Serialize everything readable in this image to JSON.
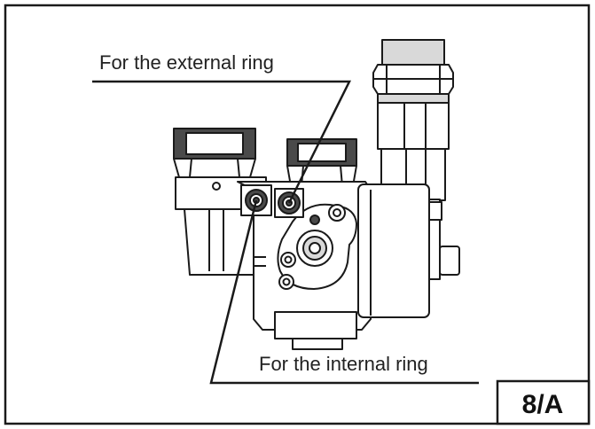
{
  "diagram": {
    "callouts": {
      "external_ring": "For the external ring",
      "internal_ring": "For the internal ring"
    },
    "figure_label": "8/A"
  },
  "colors": {
    "line": "#1a1a1a",
    "fill_light": "#ffffff",
    "fill_shade": "#d9d9d9",
    "fill_dark": "#4a4a4a"
  }
}
